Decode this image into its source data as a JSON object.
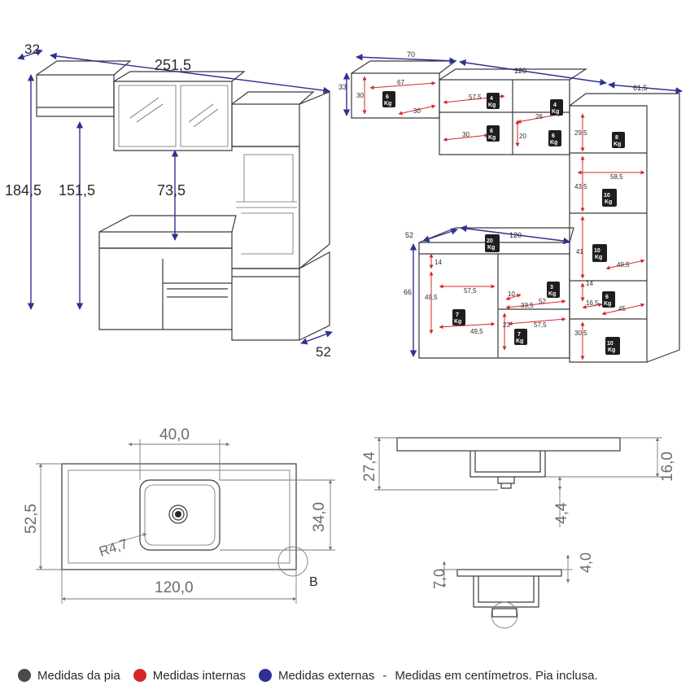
{
  "colors": {
    "pia": "#4a4a4a",
    "internas": "#d7262b",
    "externas": "#2e3192"
  },
  "front_view": {
    "depth_top": "32",
    "width_total": "251,5",
    "height_total": "184,5",
    "height_upper": "151,5",
    "gap_height": "73,5",
    "depth_bottom": "52"
  },
  "interior_view": {
    "upper_left_width": "70",
    "upper_mid_width": "120",
    "upper_right_width": "61,5",
    "upper_height": "33",
    "ul_inner_h": "30",
    "ul_inner_w": "67",
    "ul_shelf": "30",
    "um_w1": "57,5",
    "um_w2": "30",
    "um_h1": "20",
    "um_w3": "26",
    "tower_h1": "29,5",
    "tower_w": "58,5",
    "tower_h2": "43,5",
    "tower_h3": "41",
    "tower_w2": "49,5",
    "tower_h4": "14",
    "tower_w3": "16,5",
    "tower_w4": "45",
    "tower_h5": "30,5",
    "base_depth": "52",
    "base_width": "120",
    "base_height": "66",
    "base_top": "14",
    "base_inner_h": "49,5",
    "base_w1": "57,5",
    "base_w2": "10",
    "base_w3": "33,5",
    "base_w4": "52",
    "base_w5": "57,5",
    "base_w6": "49,5",
    "base_h2": "23"
  },
  "weights": {
    "ul": [
      "6",
      "Kg"
    ],
    "um1": [
      "4",
      "Kg"
    ],
    "um2": [
      "4",
      "Kg"
    ],
    "um3": [
      "6",
      "Kg"
    ],
    "um4": [
      "6",
      "Kg"
    ],
    "t1": [
      "8",
      "Kg"
    ],
    "t2": [
      "10",
      "Kg"
    ],
    "t3": [
      "10",
      "Kg"
    ],
    "t4": [
      "6",
      "Kg"
    ],
    "t5": [
      "10",
      "Kg"
    ],
    "b_top": [
      "20",
      "Kg"
    ],
    "b1": [
      "3",
      "Kg"
    ],
    "b2": [
      "7",
      "Kg"
    ],
    "b3": [
      "7",
      "Kg"
    ]
  },
  "sink_top": {
    "bowl_width": "40,0",
    "depth": "52,5",
    "bowl_depth": "34,0",
    "radius": "R4,7",
    "length": "120,0",
    "detail": "B"
  },
  "sink_side": {
    "total_h": "27,4",
    "bowl_h": "16,0",
    "drop": "4,4"
  },
  "sink_detail": {
    "h1": "7,0",
    "h2": "4,0"
  },
  "legend": {
    "pia": "Medidas da pia",
    "internas": "Medidas internas",
    "externas": "Medidas externas",
    "sep": "-",
    "note": "Medidas em centímetros. Pia inclusa."
  }
}
